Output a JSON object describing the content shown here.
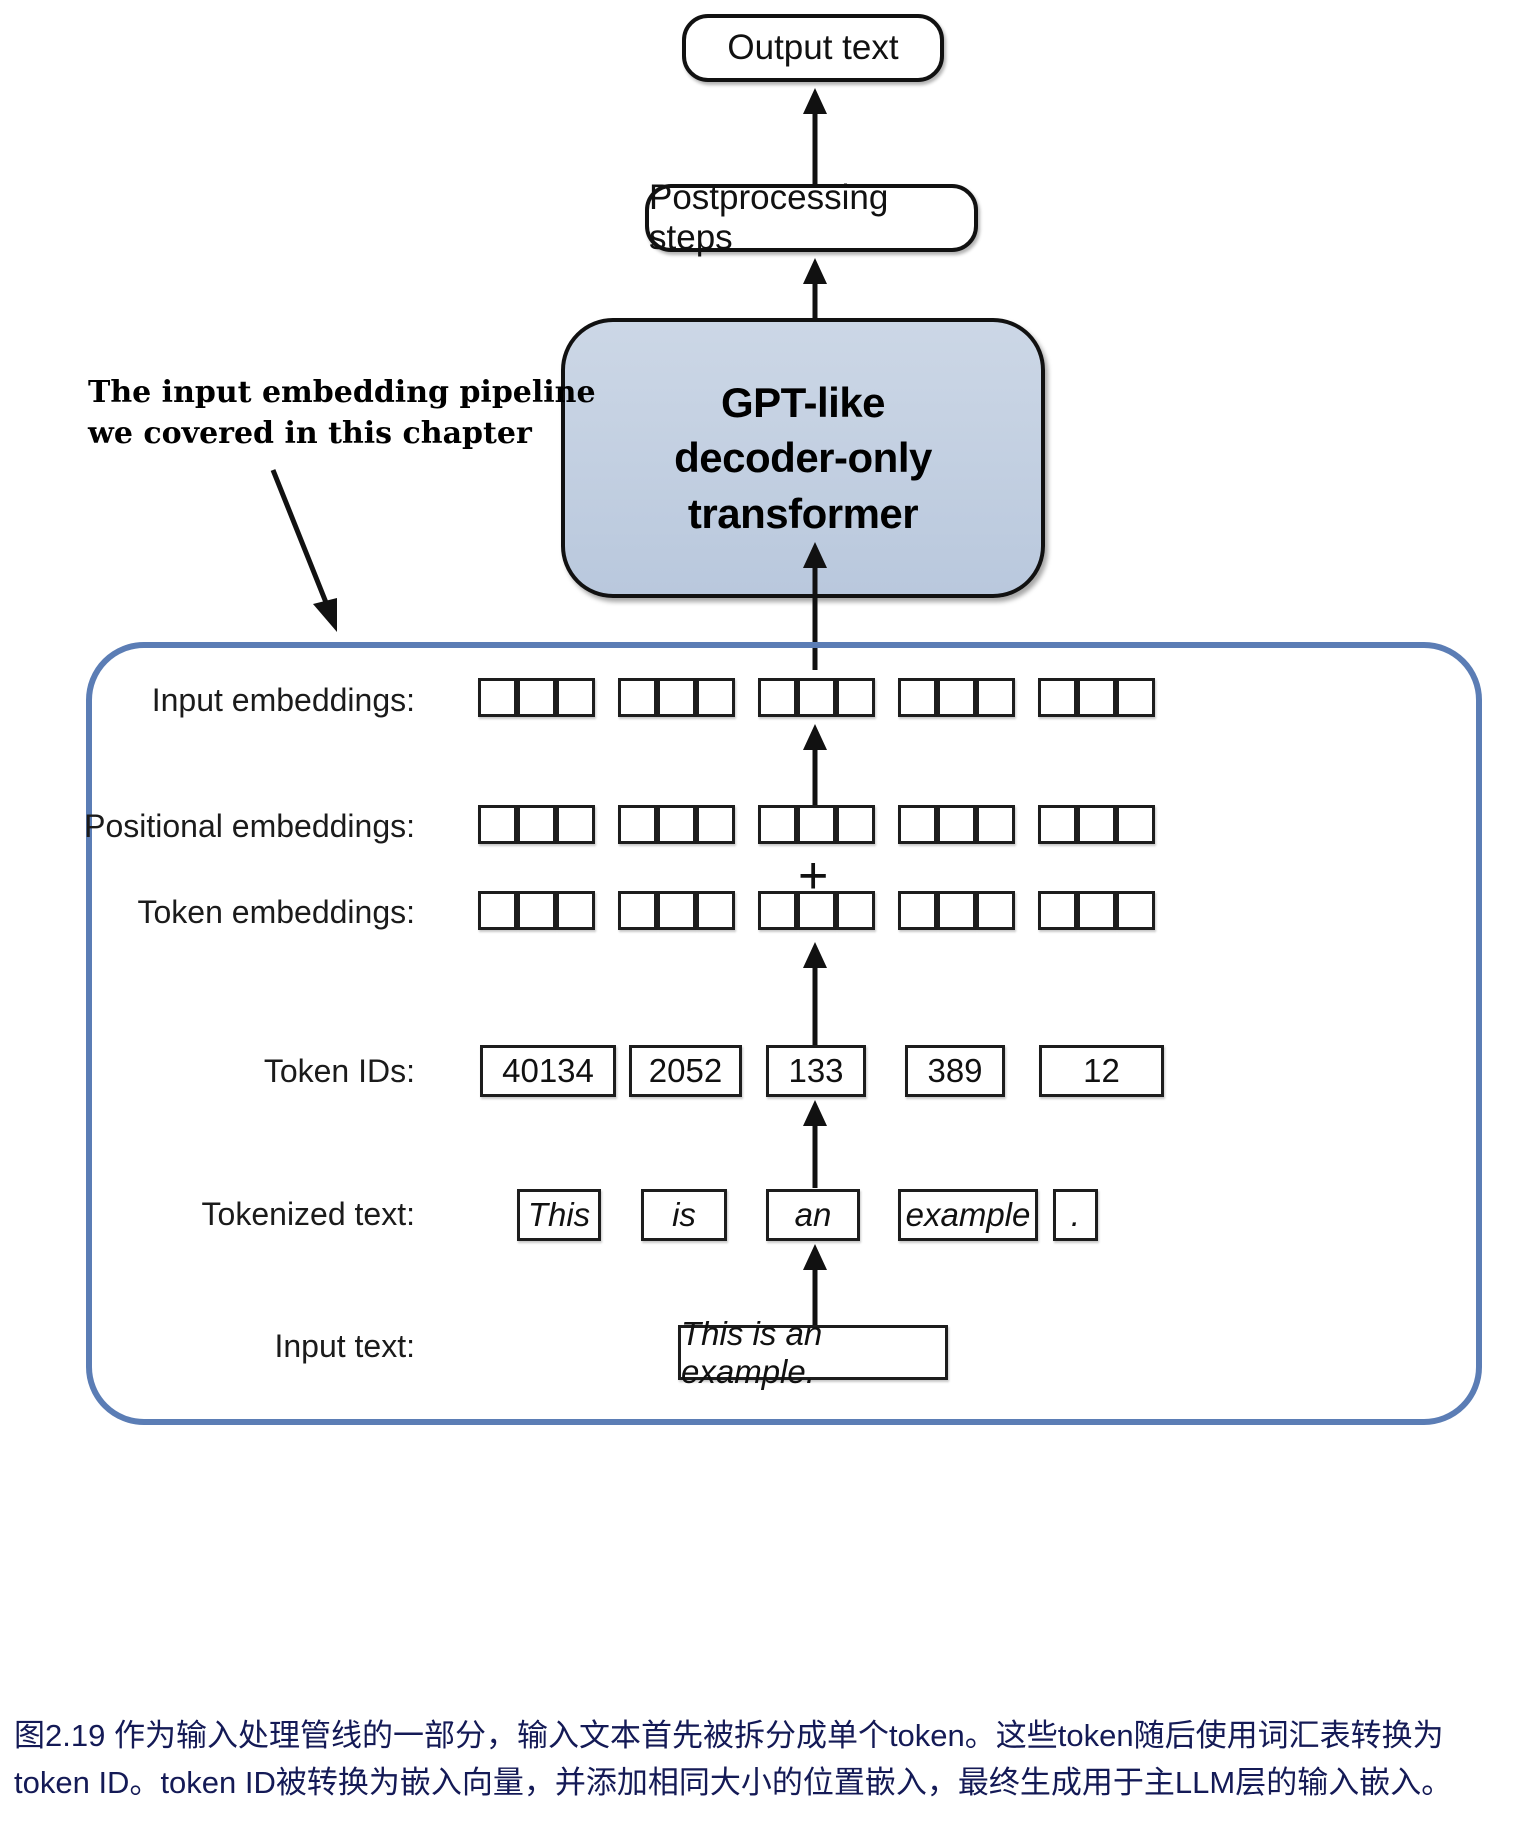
{
  "figure": {
    "title_boxes": {
      "output_text": "Output text",
      "postprocessing": "Postprocessing steps"
    },
    "transformer_block": {
      "line1": "GPT-like",
      "line2": "decoder-only",
      "line3": "transformer"
    },
    "annotation": {
      "line1": "The input embedding pipeline",
      "line2": "we covered in this chapter"
    },
    "plus_symbol": "+",
    "rows": [
      {
        "key": "input_embeddings",
        "label": "Input embeddings:"
      },
      {
        "key": "positional_embeddings",
        "label": "Positional embeddings:"
      },
      {
        "key": "token_embeddings",
        "label": "Token embeddings:"
      },
      {
        "key": "token_ids",
        "label": "Token IDs:"
      },
      {
        "key": "tokenized_text",
        "label": "Tokenized text:"
      },
      {
        "key": "input_text",
        "label": "Input text:"
      }
    ],
    "embedding_cells_per_group": 3,
    "embedding_groups": 5,
    "token_ids": [
      "40134",
      "2052",
      "133",
      "389",
      "12"
    ],
    "tokens": [
      "This",
      "is",
      "an",
      "example",
      "."
    ],
    "input_text_value": "This is an example.",
    "colors": {
      "pipeline_border": "#5b7db5",
      "transformer_fill": "#c2cfe1",
      "box_outline": "#111111",
      "caption_text": "#141a56"
    }
  },
  "caption": {
    "line1": "图2.19 作为输入处理管线的一部分，输入文本首先被拆分成单个token。这些token随后使用词汇表转换为",
    "line2": "token ID。token ID被转换为嵌入向量，并添加相同大小的位置嵌入，最终生成用于主LLM层的输入嵌入。"
  }
}
